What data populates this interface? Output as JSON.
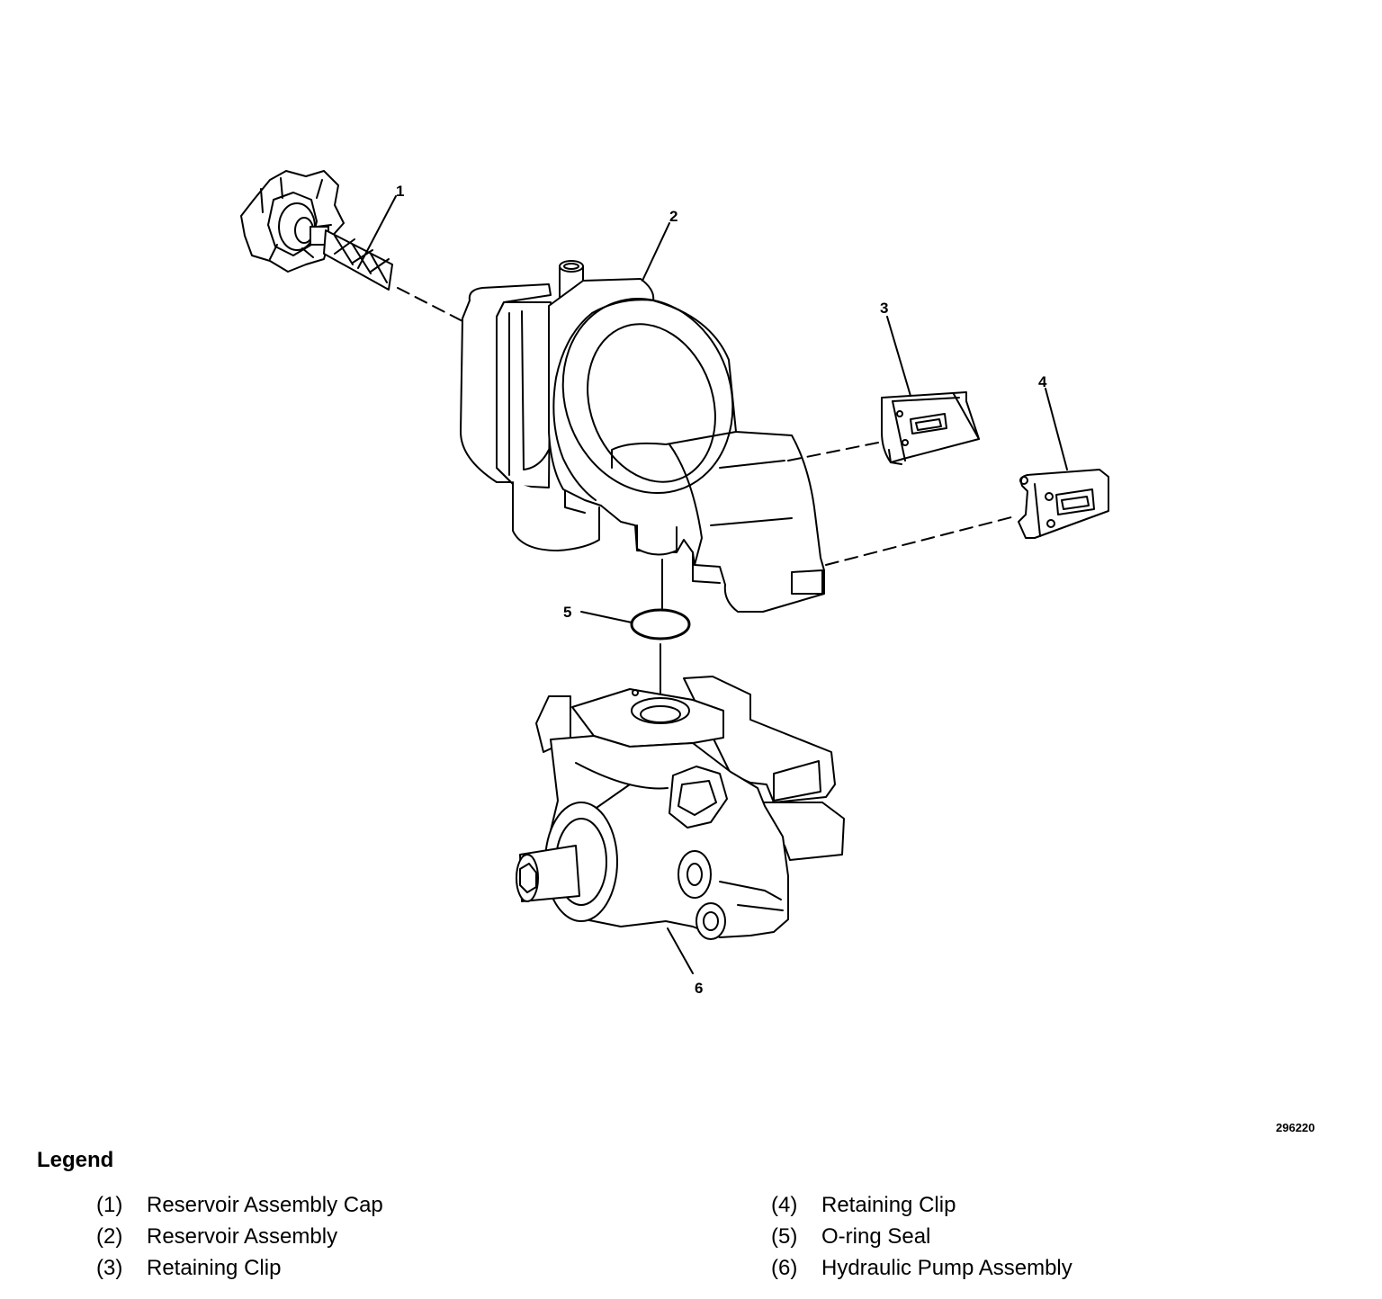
{
  "figure_id": "296220",
  "callouts": {
    "c1": "1",
    "c2": "2",
    "c3": "3",
    "c4": "4",
    "c5": "5",
    "c6": "6"
  },
  "legend": {
    "title": "Legend",
    "col1": [
      {
        "num": "(1)",
        "label": "Reservoir Assembly Cap"
      },
      {
        "num": "(2)",
        "label": "Reservoir Assembly"
      },
      {
        "num": "(3)",
        "label": "Retaining Clip"
      }
    ],
    "col2": [
      {
        "num": "(4)",
        "label": "Retaining Clip"
      },
      {
        "num": "(5)",
        "label": "O-ring Seal"
      },
      {
        "num": "(6)",
        "label": "Hydraulic Pump Assembly"
      }
    ]
  }
}
